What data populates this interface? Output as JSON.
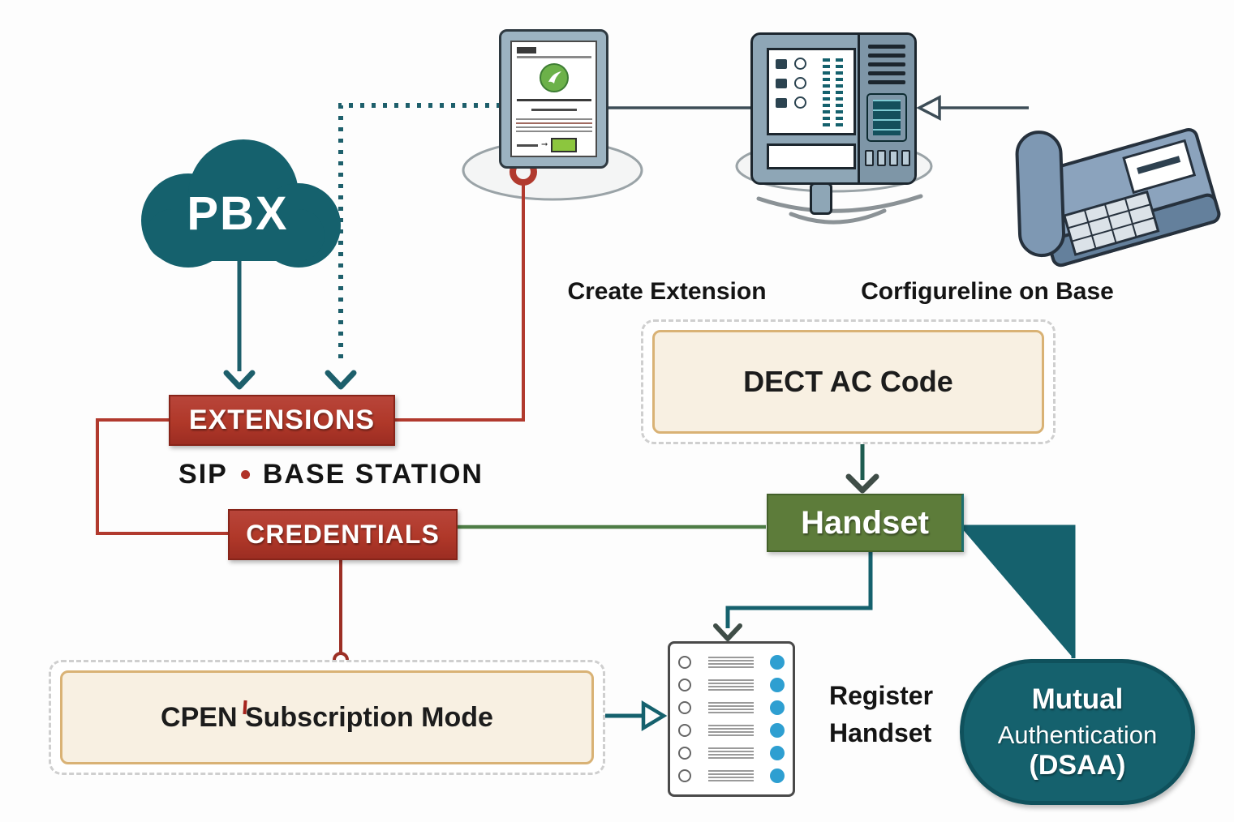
{
  "colors": {
    "teal": "#15616d",
    "teal-line": "#1d5f6b",
    "red-box": "#b03829",
    "red-line": "#b13a2e",
    "dark-red-line": "#9c2f25",
    "green-box": "#5d7c3a",
    "green-line": "#4e7d46",
    "dark-green-line": "#1e5c50",
    "cream-fill": "#f8f0e2",
    "tan-border": "#d9b275",
    "dash-border": "#cfcfcf",
    "blue-dot": "#2e9fd1",
    "device-body": "#8ea6b6",
    "ink": "#141414"
  },
  "pbx": {
    "label": "PBX"
  },
  "flow_labels": {
    "create_extension": "Create Extension",
    "configure_line_on_base": "Corfigureline on Base",
    "sip": "SIP",
    "base_station": "BASE STATION",
    "register_line1": "Register",
    "register_line2": "Handset"
  },
  "nodes": {
    "extensions": {
      "label": "EXTENSIONS"
    },
    "credentials": {
      "label": "CREDENTIALS"
    },
    "dect_ac_code": {
      "label": "DECT AC Code"
    },
    "handset": {
      "label": "Handset"
    },
    "subscription_mode": {
      "label": "CPEN Subscription Mode"
    },
    "mutual_auth": {
      "line1": "Mutual",
      "line2": "Authentication",
      "line3": "(DSAA)"
    }
  },
  "icons": {
    "pbx_cloud": "cloud-icon",
    "tablet": "tablet-device-icon",
    "dove": "dove-icon",
    "base_station_device": "dect-base-station-icon",
    "desk_phone": "desk-phone-icon",
    "register_list": "registration-list-icon",
    "wireless_waves": "wireless-waves-icon"
  }
}
